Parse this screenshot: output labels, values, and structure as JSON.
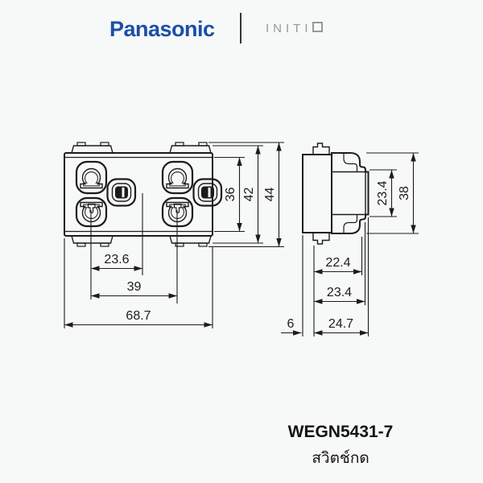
{
  "header": {
    "brand": "Panasonic",
    "sub_brand": "INITIO",
    "sub_brand_letters": "INITI",
    "brand_color": "#1b4fa8",
    "sub_brand_color": "#97989c"
  },
  "product": {
    "model": "WEGN5431-7",
    "name_thai": "สวิตช์กด"
  },
  "diagram": {
    "type": "technical-drawing",
    "line_color": "#1c1c1c",
    "background": "#f7f8f8",
    "front_view": {
      "horizontal_dims": {
        "socket_center_to_mid": "23.6",
        "socket_spacing": "39",
        "total_width": "68.7"
      },
      "vertical_dims": {
        "inner_height": "36",
        "body_height": "42",
        "total_height": "44"
      }
    },
    "side_view": {
      "horizontal_dims": {
        "back_depth": "6",
        "front_depth_1": "22.4",
        "front_depth_2": "23.4",
        "total_depth": "24.7"
      },
      "vertical_dims": {
        "center_height": "23.4",
        "total_height": "38"
      }
    }
  }
}
